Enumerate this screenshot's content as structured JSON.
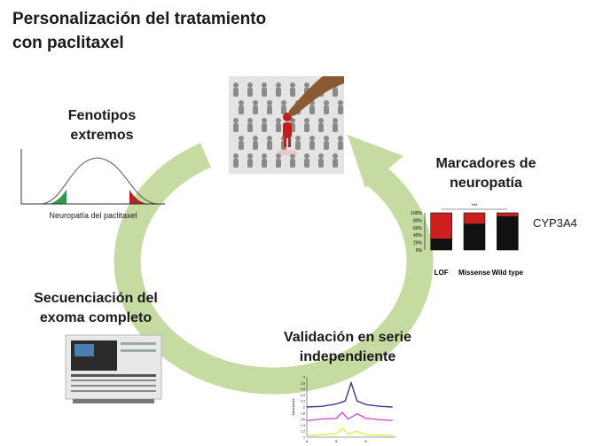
{
  "title": {
    "line1": "Personalización del tratamiento",
    "line2": "con paclitaxel"
  },
  "steps": {
    "fenotipos": {
      "line1": "Fenotipos",
      "line2": "extremos",
      "caption": "Neuropatía del paclitaxel"
    },
    "marcadores": {
      "line1": "Marcadores de",
      "line2": "neuropatía",
      "gene": "CYP3A4"
    },
    "validacion": {
      "line1": "Validación en serie",
      "line2": "independiente"
    },
    "secuenciacion": {
      "line1": "Secuenciación del",
      "line2": "exoma completo"
    }
  },
  "colors": {
    "cycle_arrow": "#c5dba2",
    "low_tail": "#2e9a4a",
    "high_tail": "#b22222",
    "bar_red": "#cc1f1f",
    "bar_black": "#111111"
  },
  "chart_data": [
    {
      "type": "bar",
      "stacked": true,
      "categories": [
        "LOF",
        "Missense",
        "Wild type"
      ],
      "series": [
        {
          "values": [
            30,
            70,
            90
          ]
        },
        {
          "values": [
            70,
            30,
            10
          ]
        }
      ],
      "ytick_labels": [
        "0%",
        "20%",
        "40%",
        "60%",
        "80%",
        "100%"
      ],
      "ylim": [
        0,
        100
      ],
      "annotation": "***",
      "legend": "none"
    },
    {
      "type": "line",
      "xticks": [
        "4",
        "5",
        "6"
      ],
      "yticks": [
        "1",
        "1.2",
        "1.4",
        "1.6",
        "1.8",
        "2",
        "2.2",
        "2.4",
        "2.6",
        "2.8",
        "3"
      ],
      "ylabel": "Absorbance",
      "series": [
        {
          "color": "#3b3b8f",
          "points": [
            [
              4,
              2.0
            ],
            [
              4.5,
              2.02
            ],
            [
              5,
              2.1
            ],
            [
              5.3,
              2.2
            ],
            [
              5.5,
              2.8
            ],
            [
              5.7,
              2.2
            ],
            [
              6,
              2.08
            ],
            [
              6.5,
              2.02
            ],
            [
              6.9,
              2.0
            ]
          ]
        },
        {
          "color": "#d64dd6",
          "points": [
            [
              4,
              1.55
            ],
            [
              4.5,
              1.6
            ],
            [
              5,
              1.62
            ],
            [
              5.2,
              1.82
            ],
            [
              5.4,
              1.6
            ],
            [
              5.7,
              1.78
            ],
            [
              6,
              1.62
            ],
            [
              6.5,
              1.58
            ],
            [
              6.9,
              1.55
            ]
          ]
        },
        {
          "color": "#e8e84a",
          "points": [
            [
              4,
              1.05
            ],
            [
              4.5,
              1.08
            ],
            [
              5,
              1.12
            ],
            [
              5.2,
              1.28
            ],
            [
              5.4,
              1.1
            ],
            [
              5.7,
              1.2
            ],
            [
              6,
              1.08
            ],
            [
              6.5,
              1.06
            ],
            [
              6.9,
              1.05
            ]
          ]
        }
      ]
    }
  ]
}
